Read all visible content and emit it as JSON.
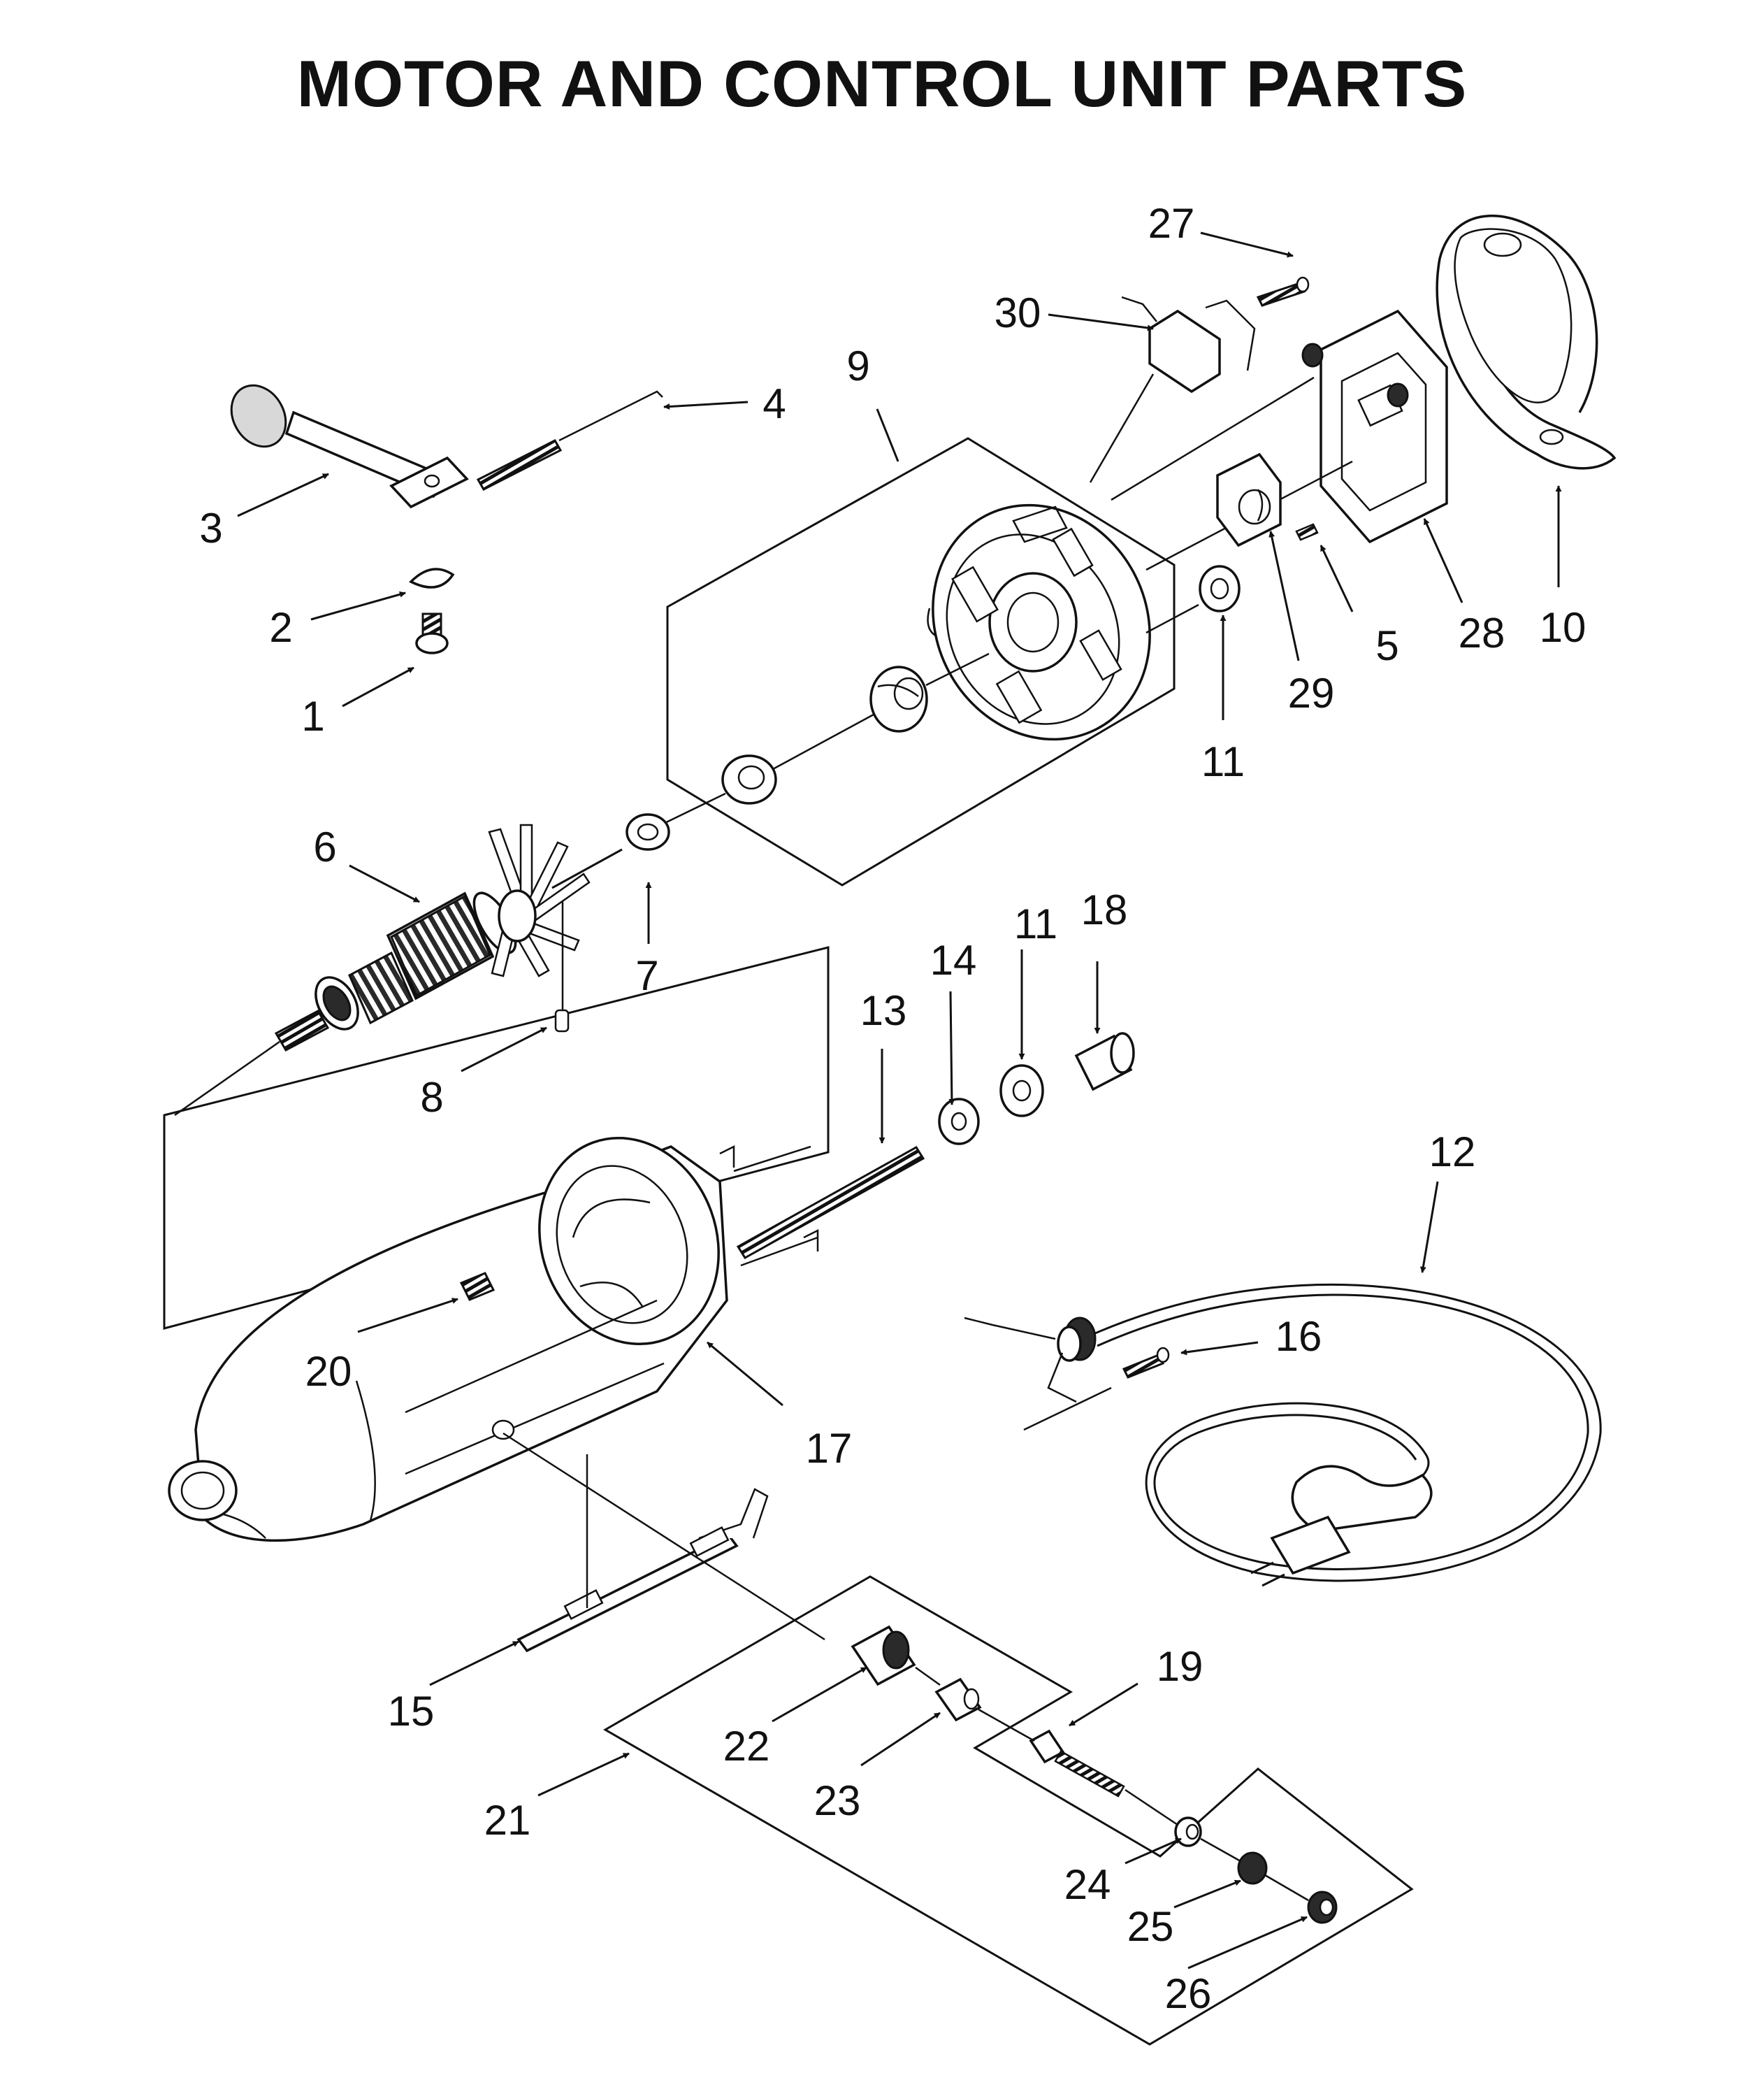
{
  "title": "MOTOR AND CONTROL UNIT PARTS",
  "callouts": {
    "c1": "1",
    "c2": "2",
    "c3": "3",
    "c4": "4",
    "c5": "5",
    "c6": "6",
    "c7": "7",
    "c8": "8",
    "c9": "9",
    "c10": "10",
    "c11a": "11",
    "c11b": "11",
    "c12": "12",
    "c13": "13",
    "c14": "14",
    "c15": "15",
    "c16": "16",
    "c17": "17",
    "c18": "18",
    "c19": "19",
    "c20": "20",
    "c21": "21",
    "c22": "22",
    "c23": "23",
    "c24": "24",
    "c25": "25",
    "c26": "26",
    "c27": "27",
    "c28": "28",
    "c29": "29",
    "c30": "30"
  }
}
